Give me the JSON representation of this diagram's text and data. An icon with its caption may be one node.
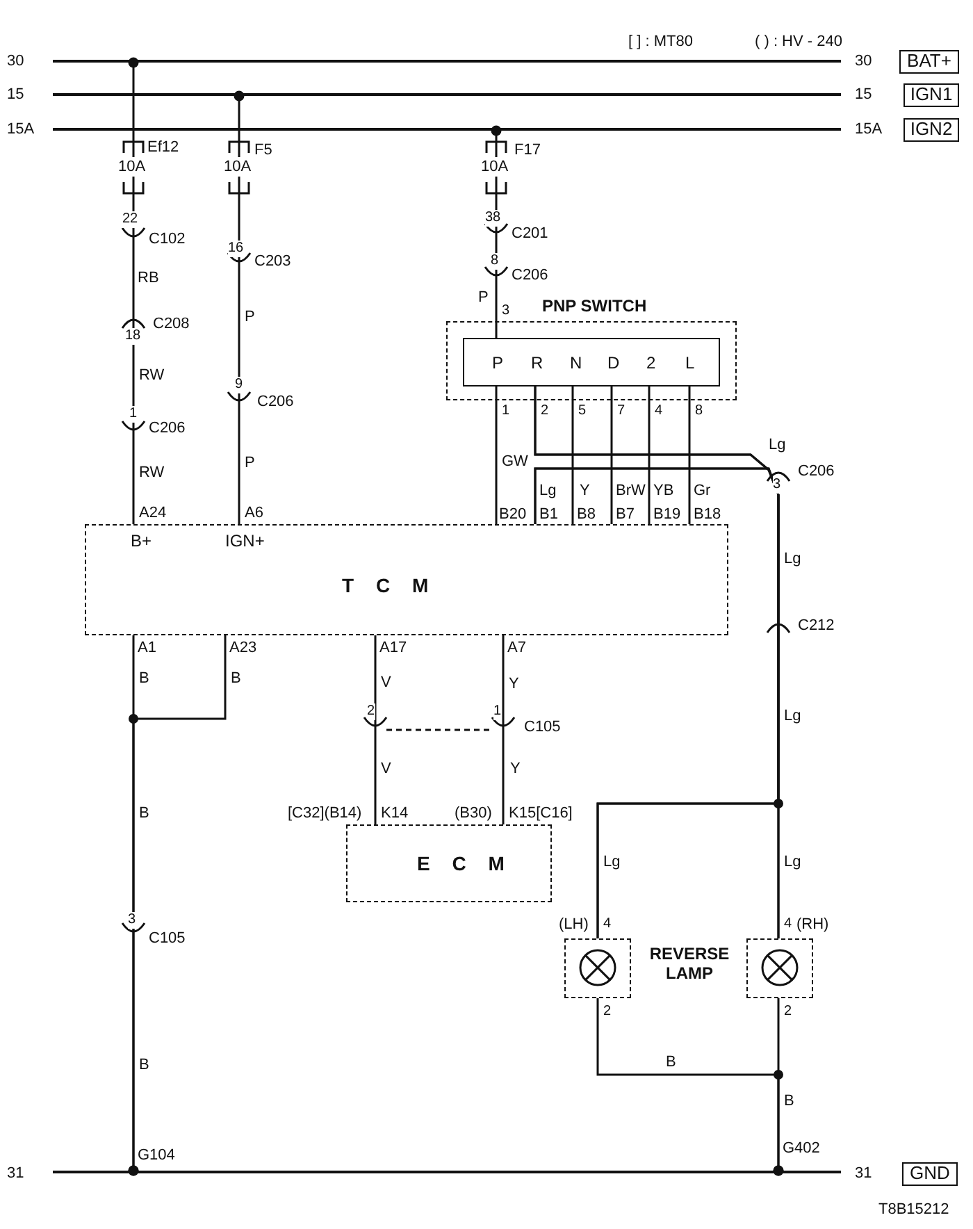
{
  "diagram": {
    "nodes": [
      {
        "text": [],
        "shape": "bar"
      },
      {
        "text": [
          "BAT+"
        ]
      },
      {
        "text": [],
        "shape": "bar"
      },
      {
        "text": [
          "IGN1"
        ]
      },
      {
        "text": [],
        "shape": "bar"
      },
      {
        "text": [
          "IGN2"
        ]
      },
      {
        "text": [
          "PNP SWITCH"
        ]
      },
      {
        "text": [
          "P",
          "R",
          "N",
          "D",
          "2",
          "L"
        ],
        "in": 6
      },
      {
        "text": [
          "B+",
          "IGN+",
          "T C M"
        ]
      },
      {
        "text": [
          "E C M"
        ]
      },
      {
        "text": [],
        "shape": "box",
        "beside": [
          "(LH)"
        ]
      },
      {
        "text": [],
        "shape": "box",
        "beside": [
          "(RH)"
        ]
      },
      {
        "text": [],
        "shape": "bar"
      },
      {
        "text": [
          "GND"
        ]
      }
    ],
    "edges": [
      {
        "from": 8,
        "to": 0,
        "arrow": "other"
      },
      {
        "from": 8,
        "to": 2,
        "arrow": "other"
      },
      {
        "from": 7,
        "to": 4,
        "arrow": "other"
      },
      {
        "from": 7,
        "to": 8,
        "arrow": "none"
      },
      {
        "from": 7,
        "to": 8,
        "arrow": "none"
      },
      {
        "from": 7,
        "to": 8,
        "arrow": "none"
      },
      {
        "from": 7,
        "to": 8,
        "arrow": "none"
      },
      {
        "from": 7,
        "to": 8,
        "arrow": "none"
      },
      {
        "from": 7,
        "to": 10,
        "arrow": "none"
      },
      {
        "from": 7,
        "to": 11,
        "arrow": "none"
      },
      {
        "from": 8,
        "to": 10,
        "arrow": "none"
      },
      {
        "from": 8,
        "to": 11,
        "arrow": "none"
      },
      {
        "from": 8,
        "to": 9,
        "arrow": "none"
      },
      {
        "from": 8,
        "to": 9,
        "arrow": "none"
      },
      {
        "from": 8,
        "to": 12,
        "arrow": "other"
      },
      {
        "from": 8,
        "to": 12,
        "arrow": "other"
      },
      {
        "from": 10,
        "to": 12,
        "arrow": "other"
      },
      {
        "from": 11,
        "to": 12,
        "arrow": "other"
      }
    ],
    "labels": [
      "[ ] : MT80",
      "( ) : HV - 240",
      "30",
      "30",
      "15",
      "15",
      "15A",
      "15A",
      "Ef12",
      "F5",
      "F17",
      "10A",
      "10A",
      "10A",
      "22",
      "38",
      "C102",
      "16",
      "C201",
      "C203",
      "8",
      "RB",
      "C206",
      "C208",
      "P",
      "P",
      "3",
      "18",
      "RW",
      "9",
      "C206",
      "1",
      "1",
      "2",
      "5",
      "7",
      "4",
      "8",
      "C206",
      "RW",
      "P",
      "GW",
      "Lg",
      "C206",
      "3",
      "Lg",
      "Y",
      "BrW",
      "YB",
      "Gr",
      "A24",
      "A6",
      "B20",
      "B1",
      "B8",
      "B7",
      "B19",
      "B18",
      "Lg",
      "C212",
      "A1",
      "A23",
      "A17",
      "A7",
      "B",
      "B",
      "V",
      "Y",
      "Lg",
      "2",
      "1",
      "C105",
      "V",
      "Y",
      "B",
      "[C32](B14)",
      "K14",
      "(B30)",
      "K15[C16]",
      "Lg",
      "Lg",
      "3",
      "C105",
      "4",
      "4",
      "REVERSE LAMP",
      "2",
      "2",
      "B",
      "B",
      "B",
      "G104",
      "G402",
      "31",
      "31",
      "T8B15212"
    ]
  }
}
